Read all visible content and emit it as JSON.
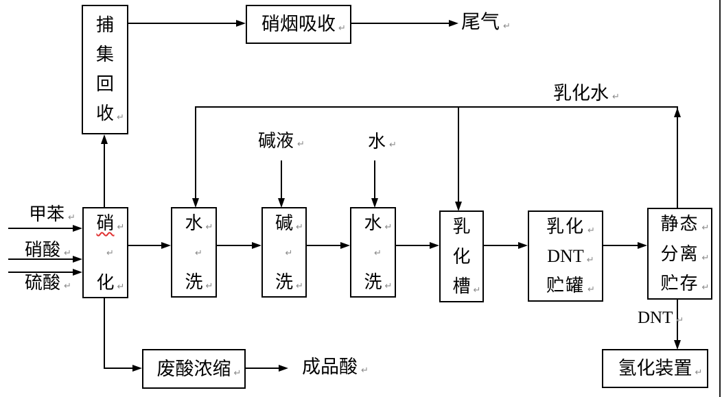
{
  "diagram": {
    "marks": {
      "pilcrow": "↵"
    },
    "colors": {
      "line": "#000000",
      "box_border": "#000000",
      "background": "#ffffff",
      "spellcheck_underline": "#e03131",
      "pilcrow_gray": "#8a8a8a"
    },
    "boxes": {
      "capture_recovery": {
        "chars": [
          "捕",
          "集",
          "回",
          "收"
        ]
      },
      "fume_absorption": {
        "label": "硝烟吸收"
      },
      "nitration": {
        "top_char": "硝",
        "bottom_char": "化"
      },
      "water_wash_1": {
        "top_char": "水",
        "bottom_char": "洗"
      },
      "alkali_wash": {
        "top_char": "碱",
        "bottom_char": "洗"
      },
      "water_wash_2": {
        "top_char": "水",
        "bottom_char": "洗"
      },
      "emulsification_tank": {
        "chars": [
          "乳",
          "化",
          "槽"
        ]
      },
      "emulsified_dnt_tank": {
        "lines": [
          "乳化",
          "DNT",
          "贮罐"
        ]
      },
      "static_separation_storage": {
        "lines": [
          "静态",
          "分离",
          "贮存"
        ]
      },
      "waste_acid_concentration": {
        "label": "废酸浓缩"
      },
      "hydrogenation_unit": {
        "label": "氢化装置"
      }
    },
    "labels": {
      "toluene": "甲苯",
      "nitric_acid": "硝酸",
      "sulfuric_acid": "硫酸",
      "tail_gas": "尾气",
      "emulsion_water": "乳化水",
      "alkali_liquid": "碱液",
      "water": "水",
      "finished_acid": "成品酸",
      "dnt": "DNT"
    }
  }
}
